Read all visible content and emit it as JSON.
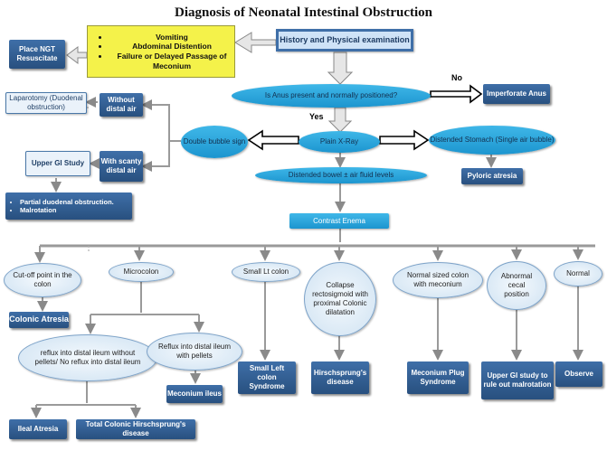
{
  "title": "Diagnosis of Neonatal Intestinal Obstruction",
  "nodes": {
    "history": "History and Physical examination",
    "symptoms": [
      "Vomiting",
      "Abdominal Distention",
      "Failure or Delayed Passage of Meconium"
    ],
    "ngt": "Place NGT Resuscitate",
    "anus": "Is Anus present and normally positioned?",
    "imperforate": "Imperforate Anus",
    "xray": "Plain X-Ray",
    "double_bubble": "Double bubble sign",
    "distended_stomach": "Distended Stomach (Single air bubble)",
    "pyloric": "Pyloric atresia",
    "air_fluid": "Distended bowel ± air fluid levels",
    "without_air": "Without distal air",
    "laparotomy": "Laparotomy (Duodenal obstruction)",
    "scanty_air": "With scanty distal air",
    "upper_gi": "Upper GI Study",
    "partial_list": [
      "Partial duodenal obstruction.",
      "Malrotation"
    ],
    "contrast": "Contrast Enema",
    "cutoff": "Cut-off point in the colon",
    "colonic_atresia": "Colonic Atresia",
    "microcolon": "Microcolon",
    "reflux_no": "reflux into distal ileum without pellets/ No reflux into distal ileum",
    "reflux_pellets": "Reflux into distal ileum with pellets",
    "meconium_ileus": "Meconium ileus",
    "ileal_atresia": "Ileal Atresia",
    "total_hirsch": "Total Colonic Hirschsprung's disease",
    "small_lt": "Small Lt colon",
    "small_lt_syndrome": "Small Left colon Syndrome",
    "collapse": "Collapse rectosigmoid with proximal Colonic dilatation",
    "hirschsprung": "Hirschsprung's disease",
    "normal_sized": "Normal sized colon with meconium",
    "plug": "Meconium Plug Syndrome",
    "abnormal_cecal": "Abnormal cecal position",
    "upper_gi_rule": "Upper GI study to rule out malrotation",
    "normal": "Normal",
    "observe": "Observe"
  },
  "edge_labels": {
    "no": "No",
    "yes": "Yes"
  },
  "colors": {
    "dark_box": "#2f5c92",
    "cyan": "#1fa0dc",
    "yellow": "#f4f24a",
    "arrow_gray": "#9a9a9a",
    "light_box": "#eaf2fa"
  }
}
